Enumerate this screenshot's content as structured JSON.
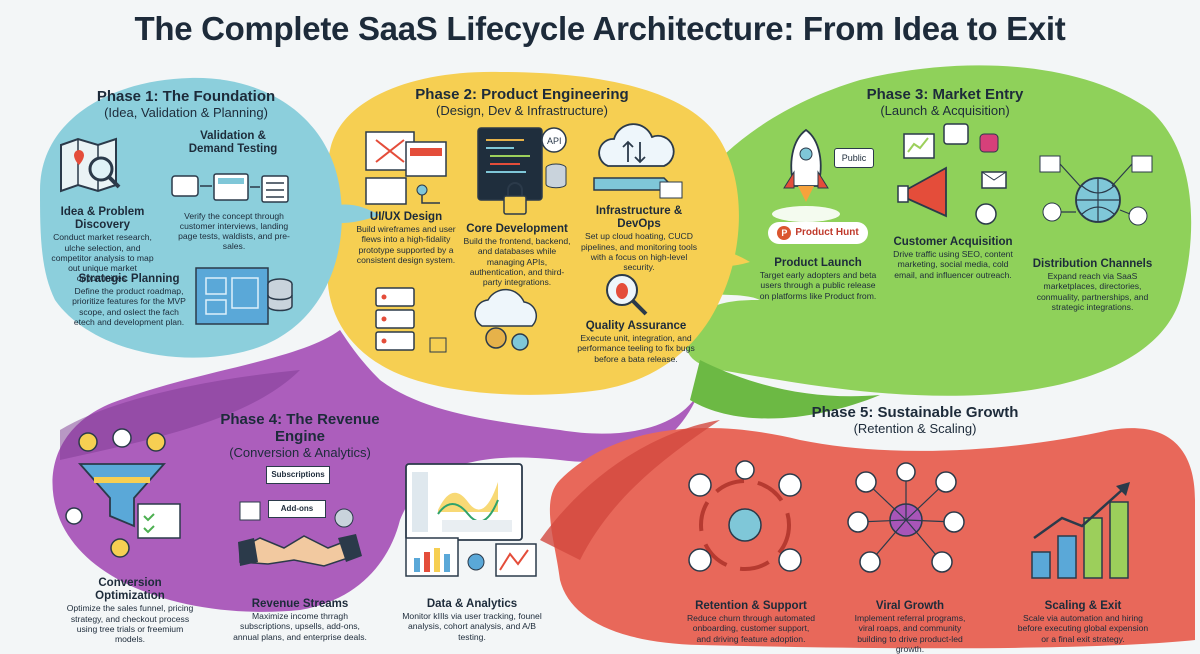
{
  "title": "The Complete SaaS Lifecycle Architecture: From Idea to Exit",
  "colors": {
    "phase1": "#8ccfdc",
    "phase2": "#f6cf52",
    "phase3": "#8fd15a",
    "phase4": "#a855b8",
    "phase5": "#e8685a",
    "background": "#f3f6f7"
  },
  "phases": [
    {
      "title": "Phase 1: The Foundation",
      "subtitle": "(Idea, Validation & Planning)",
      "items": [
        {
          "heading": "Idea & Problem Discovery",
          "text": "Conduct market research, ulche selection, and competitor analysis to map out unique market opportunities.",
          "icon": "map-icon"
        },
        {
          "heading": "Validation & Demand Testing",
          "text": "Verify the concept through customer interviews, landing page tests, waldists, and pre-sales.",
          "icon": "flow-icon"
        },
        {
          "heading": "Strategic Planning",
          "text": "Define the product roadmap, prioritize features for the MVP scope, and oslect the fach etech and development plan.",
          "icon": "blueprint-icon"
        }
      ]
    },
    {
      "title": "Phase 2: Product Engineering",
      "subtitle": "(Design, Dev & Infrastructure)",
      "items": [
        {
          "heading": "UI/UX Design",
          "text": "Build wireframes and user flews into a high-fidality prototype supported by a consistent design system.",
          "icon": "wireframe-icon"
        },
        {
          "heading": "Core Development",
          "text": "Build the frontend, backend, and databases while managing APIs, authentication, and third-party integrations.",
          "icon": "code-icon"
        },
        {
          "heading": "Infrastructure & DevOps",
          "text": "Set up cloud hoating, CUCD pipelines, and monitoring tools with a focus on high-level security.",
          "icon": "cloud-icon"
        },
        {
          "heading": "Quality Assurance",
          "text": "Execute unit, integration, and performance teeling to fix bugs before a bata release.",
          "icon": "bug-icon"
        }
      ]
    },
    {
      "title": "Phase 3: Market Entry",
      "subtitle": "(Launch & Acquisition)",
      "items": [
        {
          "heading": "Product Launch",
          "text": "Target early adopters and beta users through a public release on platforms like Product from.",
          "icon": "rocket-icon",
          "badge": "Product Hunt",
          "tag": "Public"
        },
        {
          "heading": "Customer Acquisition",
          "text": "Drive traffic using SEO, content marketing, social media, cold email, and influencer outreach.",
          "icon": "megaphone-icon"
        },
        {
          "heading": "Distribution Channels",
          "text": "Expand reach via SaaS marketplaces, directories, conmuality, partnerships, and strategic integrations.",
          "icon": "network-icon"
        }
      ]
    },
    {
      "title": "Phase 4: The Revenue Engine",
      "subtitle": "(Conversion & Analytics)",
      "items": [
        {
          "heading": "Conversion Optimization",
          "text": "Optimize the sales funnel, pricing strategy, and checkout process using tree trials or freemium models.",
          "icon": "funnel-icon"
        },
        {
          "heading": "Revenue Streams",
          "text": "Maximize income thrragh subscriptions, upsells, add-ons, annual plans, and enterprise deals.",
          "icon": "handshake-icon",
          "cards": [
            "Subscriptions",
            "Add-ons"
          ]
        },
        {
          "heading": "Data & Analytics",
          "text": "Monitor kIIls via user tracking, founel analysis, cohort analysis, and A/B testing.",
          "icon": "dashboard-icon"
        }
      ]
    },
    {
      "title": "Phase 5: Sustainable Growth",
      "subtitle": "(Retention & Scaling)",
      "items": [
        {
          "heading": "Retention & Support",
          "text": "Reduce churn through automated onboarding, customer support, and driving feature adoption.",
          "icon": "cycle-icon"
        },
        {
          "heading": "Viral Growth",
          "text": "Implement referral programs, viral roaps, and community building to drive product-led growth.",
          "icon": "referral-network-icon"
        },
        {
          "heading": "Scaling & Exit",
          "text": "Scale via automation and hiring before executing global expension or a final exit strategy.",
          "icon": "growth-chart-icon"
        }
      ]
    }
  ]
}
